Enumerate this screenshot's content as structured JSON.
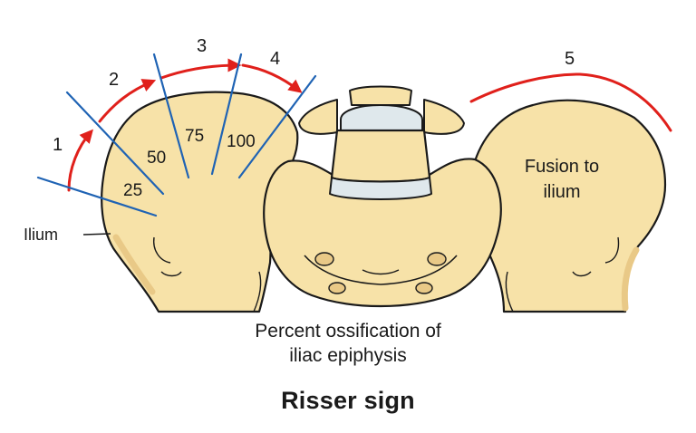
{
  "figure": {
    "stage_labels": [
      "1",
      "2",
      "3",
      "4",
      "5"
    ],
    "percent_labels": [
      "25",
      "50",
      "75",
      "100"
    ],
    "ilium_label": "Ilium",
    "fusion_label_line1": "Fusion to",
    "fusion_label_line2": "ilium",
    "caption_line1": "Percent ossification of",
    "caption_line2": "iliac epiphysis",
    "title": "Risser sign"
  },
  "colors": {
    "bone_fill": "#f7e2a8",
    "bone_shade": "#e9c987",
    "disc_fill": "#dfe8ec",
    "outline": "#1a1a1a",
    "stage_arrow": "#e0201b",
    "division_line": "#1f63b4"
  }
}
